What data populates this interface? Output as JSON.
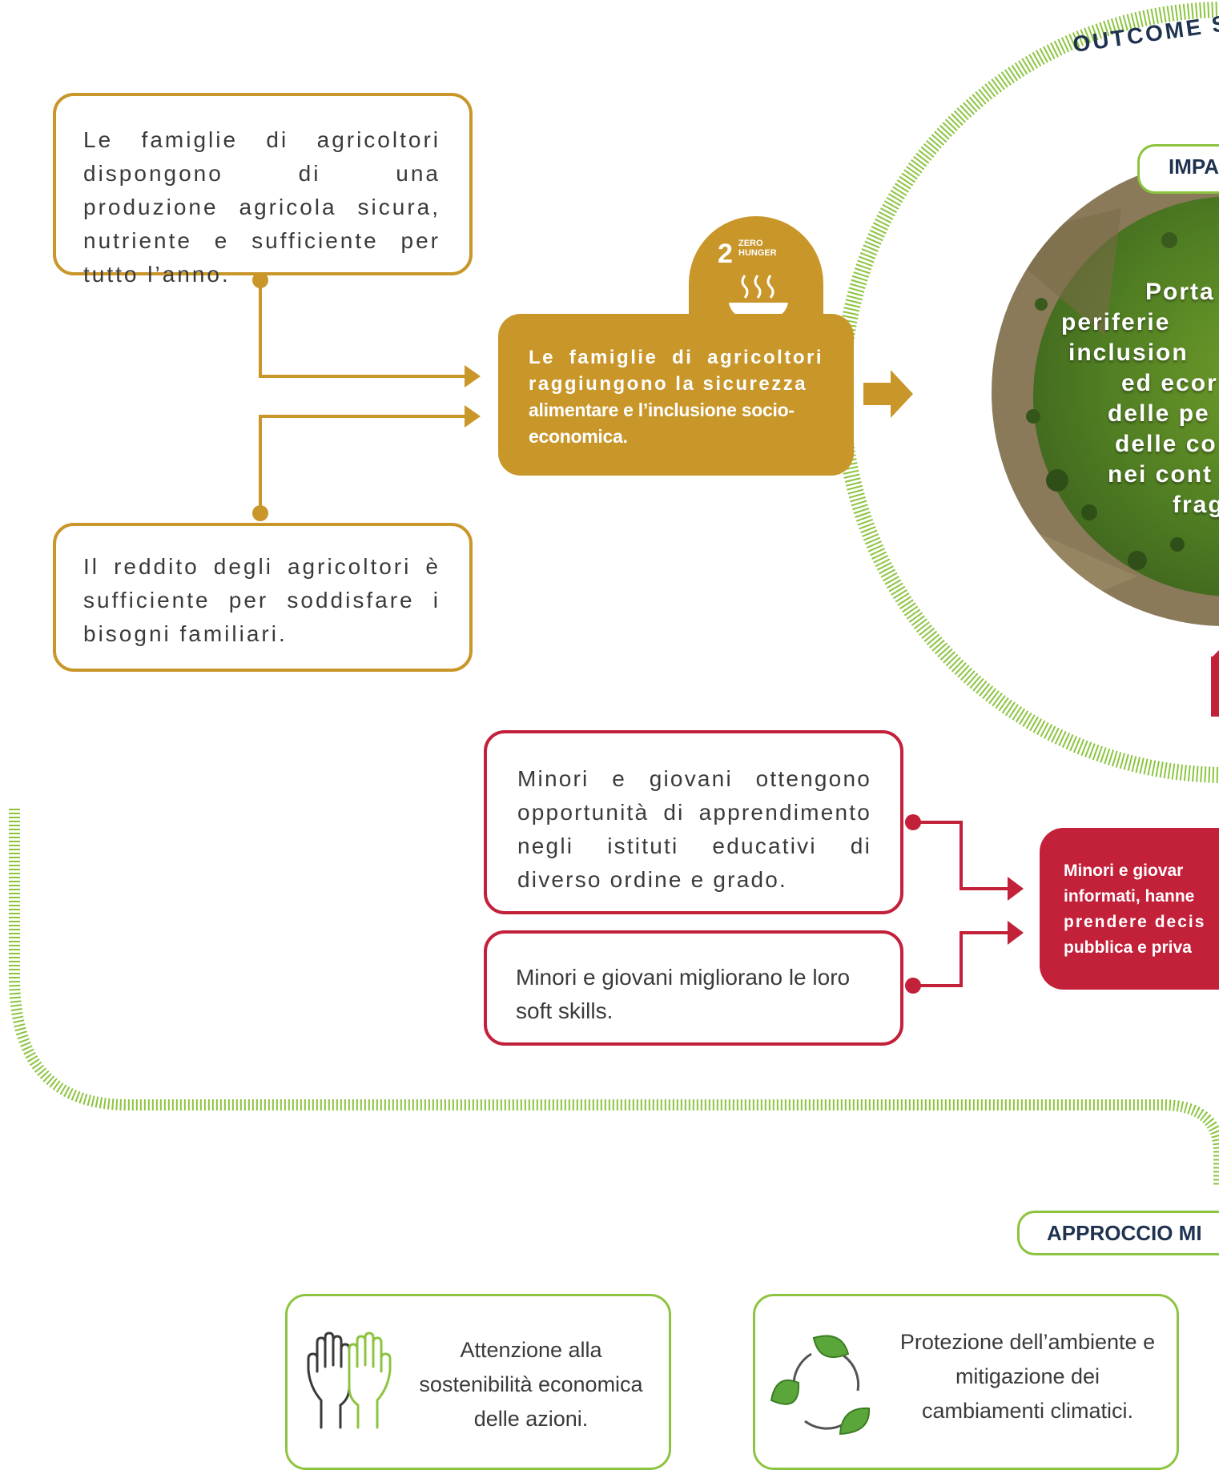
{
  "outcome_ring": {
    "label": "OUTCOME S"
  },
  "impact": {
    "tag": "IMPA",
    "lines": [
      "Porta",
      "periferie",
      "inclusion",
      "ed ecor",
      "delle pe",
      "delle co",
      "nei cont",
      "frag"
    ]
  },
  "food_security": {
    "box_production": "Le famiglie di agricoltori dispongono di una produzione agricola sicura, nutriente e sufficiente per tutto l’anno.",
    "box_income": "Il reddito degli agricoltori è sufficiente per soddisfare i bisogni familiari.",
    "outcome_line1": "Le famiglie di agricoltori raggiungono la sicurezza",
    "outcome_line2": "alimentare e l’inclusione socio-economica.",
    "sdg_number": "2",
    "sdg_label_1": "ZERO",
    "sdg_label_2": "HUNGER",
    "sdg_icon": "soup-bowl-icon"
  },
  "youth": {
    "box_learning": "Minori e giovani ottengono opportunità di apprendimento negli istituti educativi di diverso ordine e grado.",
    "box_skills": "Minori e giovani migliorano le loro soft skills.",
    "outcome_lines": [
      "Minori e giovar",
      "informati, hanne",
      "prendere decis",
      "pubblica e priva"
    ]
  },
  "approach": {
    "tag": "APPROCCIO MI",
    "items": [
      {
        "icon": "hands-icon",
        "text": "Attenzione alla sostenibilità economica delle azioni."
      },
      {
        "icon": "recycle-leaves-icon",
        "text": "Protezione dell’ambiente e mitigazione dei cambiamenti climatici."
      }
    ]
  },
  "colors": {
    "gold": "#c9962a",
    "red": "#c3203a",
    "green": "#8cc43f",
    "text": "#3a3a3a"
  }
}
